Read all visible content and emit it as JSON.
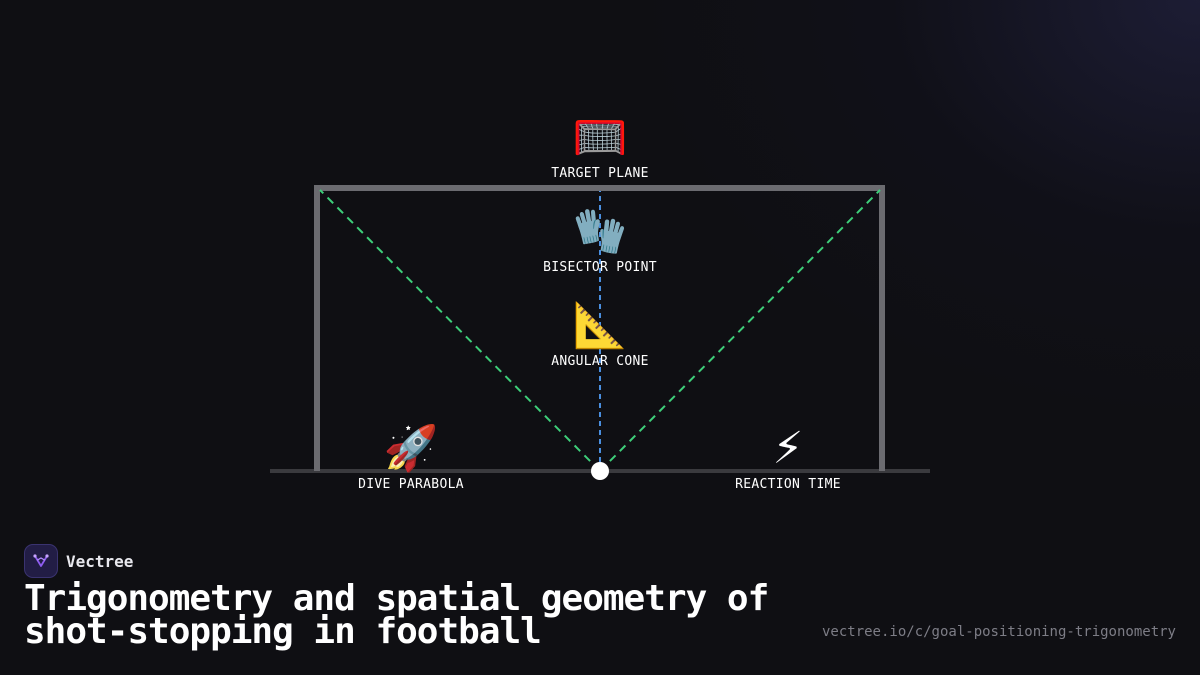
{
  "diagram": {
    "nodes": [
      {
        "id": "target-plane",
        "icon": "goal-net-icon",
        "emoji": "🥅",
        "label": "TARGET PLANE"
      },
      {
        "id": "bisector-point",
        "icon": "gloves-icon",
        "emoji": "🧤",
        "label": "BISECTOR POINT"
      },
      {
        "id": "angular-cone",
        "icon": "triangular-ruler-icon",
        "emoji": "📐",
        "label": "ANGULAR CONE"
      },
      {
        "id": "dive-parabola",
        "icon": "rocket-icon",
        "emoji": "🚀",
        "label": "DIVE PARABOLA"
      },
      {
        "id": "reaction-time",
        "icon": "lightning-icon",
        "emoji": "⚡",
        "label": "REACTION TIME"
      }
    ],
    "colors": {
      "goal_frame": "#6b6b70",
      "ground_line": "#3a3a3e",
      "cone_lines": "#3ecf7a",
      "bisector_line": "#4a8fe0",
      "ball": "#ffffff"
    }
  },
  "brand": {
    "name": "Vectree",
    "logo_icon": "vectree-logo-icon",
    "logo_color": "#8e5cf0"
  },
  "footer": {
    "title": "Trigonometry and spatial geometry of shot-stopping in football",
    "url": "vectree.io/c/goal-positioning-trigonometry"
  }
}
